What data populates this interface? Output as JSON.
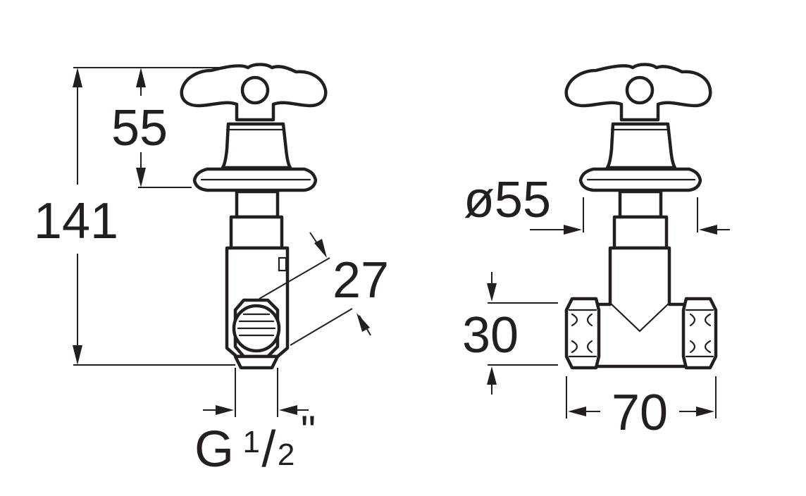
{
  "dimensions": {
    "overall_height": "141",
    "handle_height": "55",
    "nut_width": "27",
    "thread_prefix": "G",
    "thread_num": "1",
    "thread_slash": "/",
    "thread_den": "2",
    "thread_inch": "\"",
    "flange_diameter": "ø55",
    "body_height": "30",
    "body_length": "70"
  }
}
